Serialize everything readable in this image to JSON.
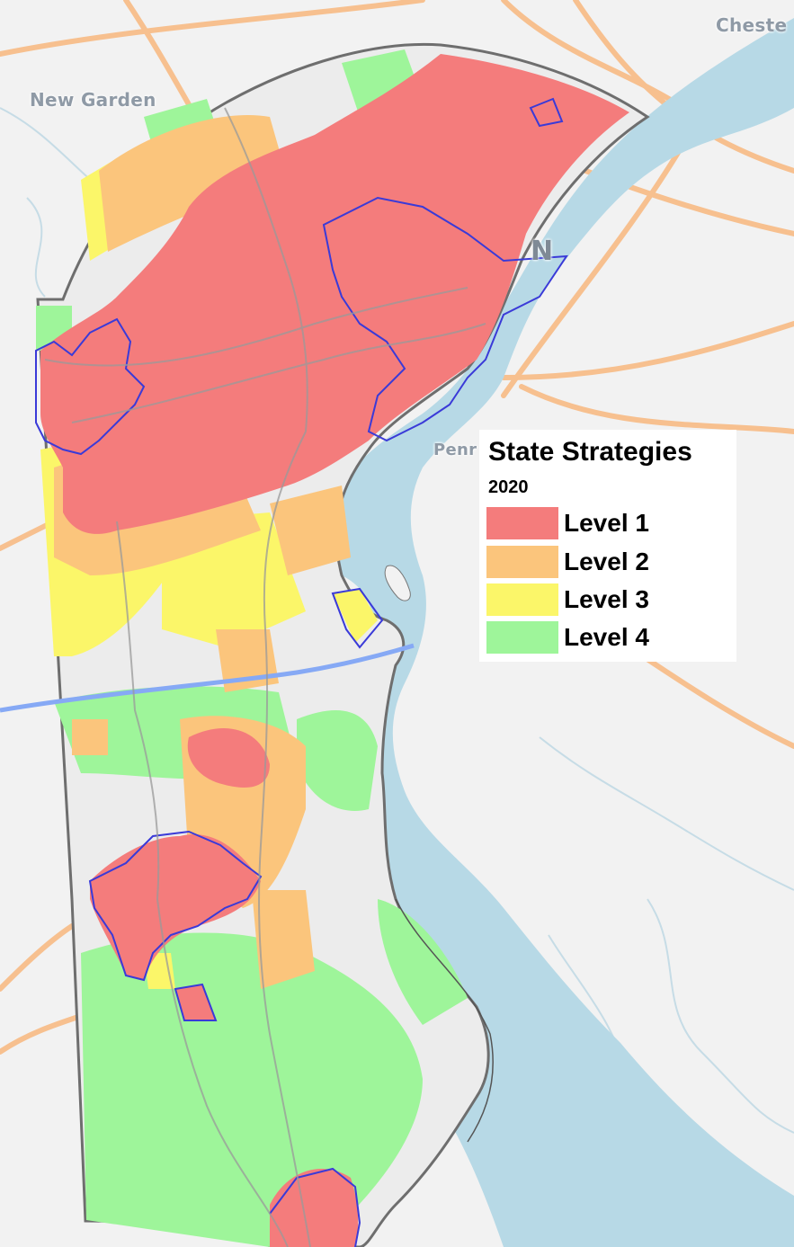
{
  "map": {
    "place_labels": {
      "new_garden": "New Garden",
      "chester": "Cheste",
      "penns": "Penr",
      "n_letter": "N"
    }
  },
  "legend": {
    "title": "State Strategies",
    "year": "2020",
    "items": [
      {
        "label": "Level 1",
        "color": "#f47c7c"
      },
      {
        "label": "Level 2",
        "color": "#fbc57c"
      },
      {
        "label": "Level 3",
        "color": "#fbf669"
      },
      {
        "label": "Level 4",
        "color": "#9ef59a"
      }
    ]
  },
  "colors": {
    "water": "#b7d9e6",
    "land": "#f2f2f2",
    "county": "#ececec",
    "road": "#f7c08f",
    "boundary": "#6e6e6e",
    "municipal": "#3a3ad8",
    "canal": "#86a9f5"
  }
}
